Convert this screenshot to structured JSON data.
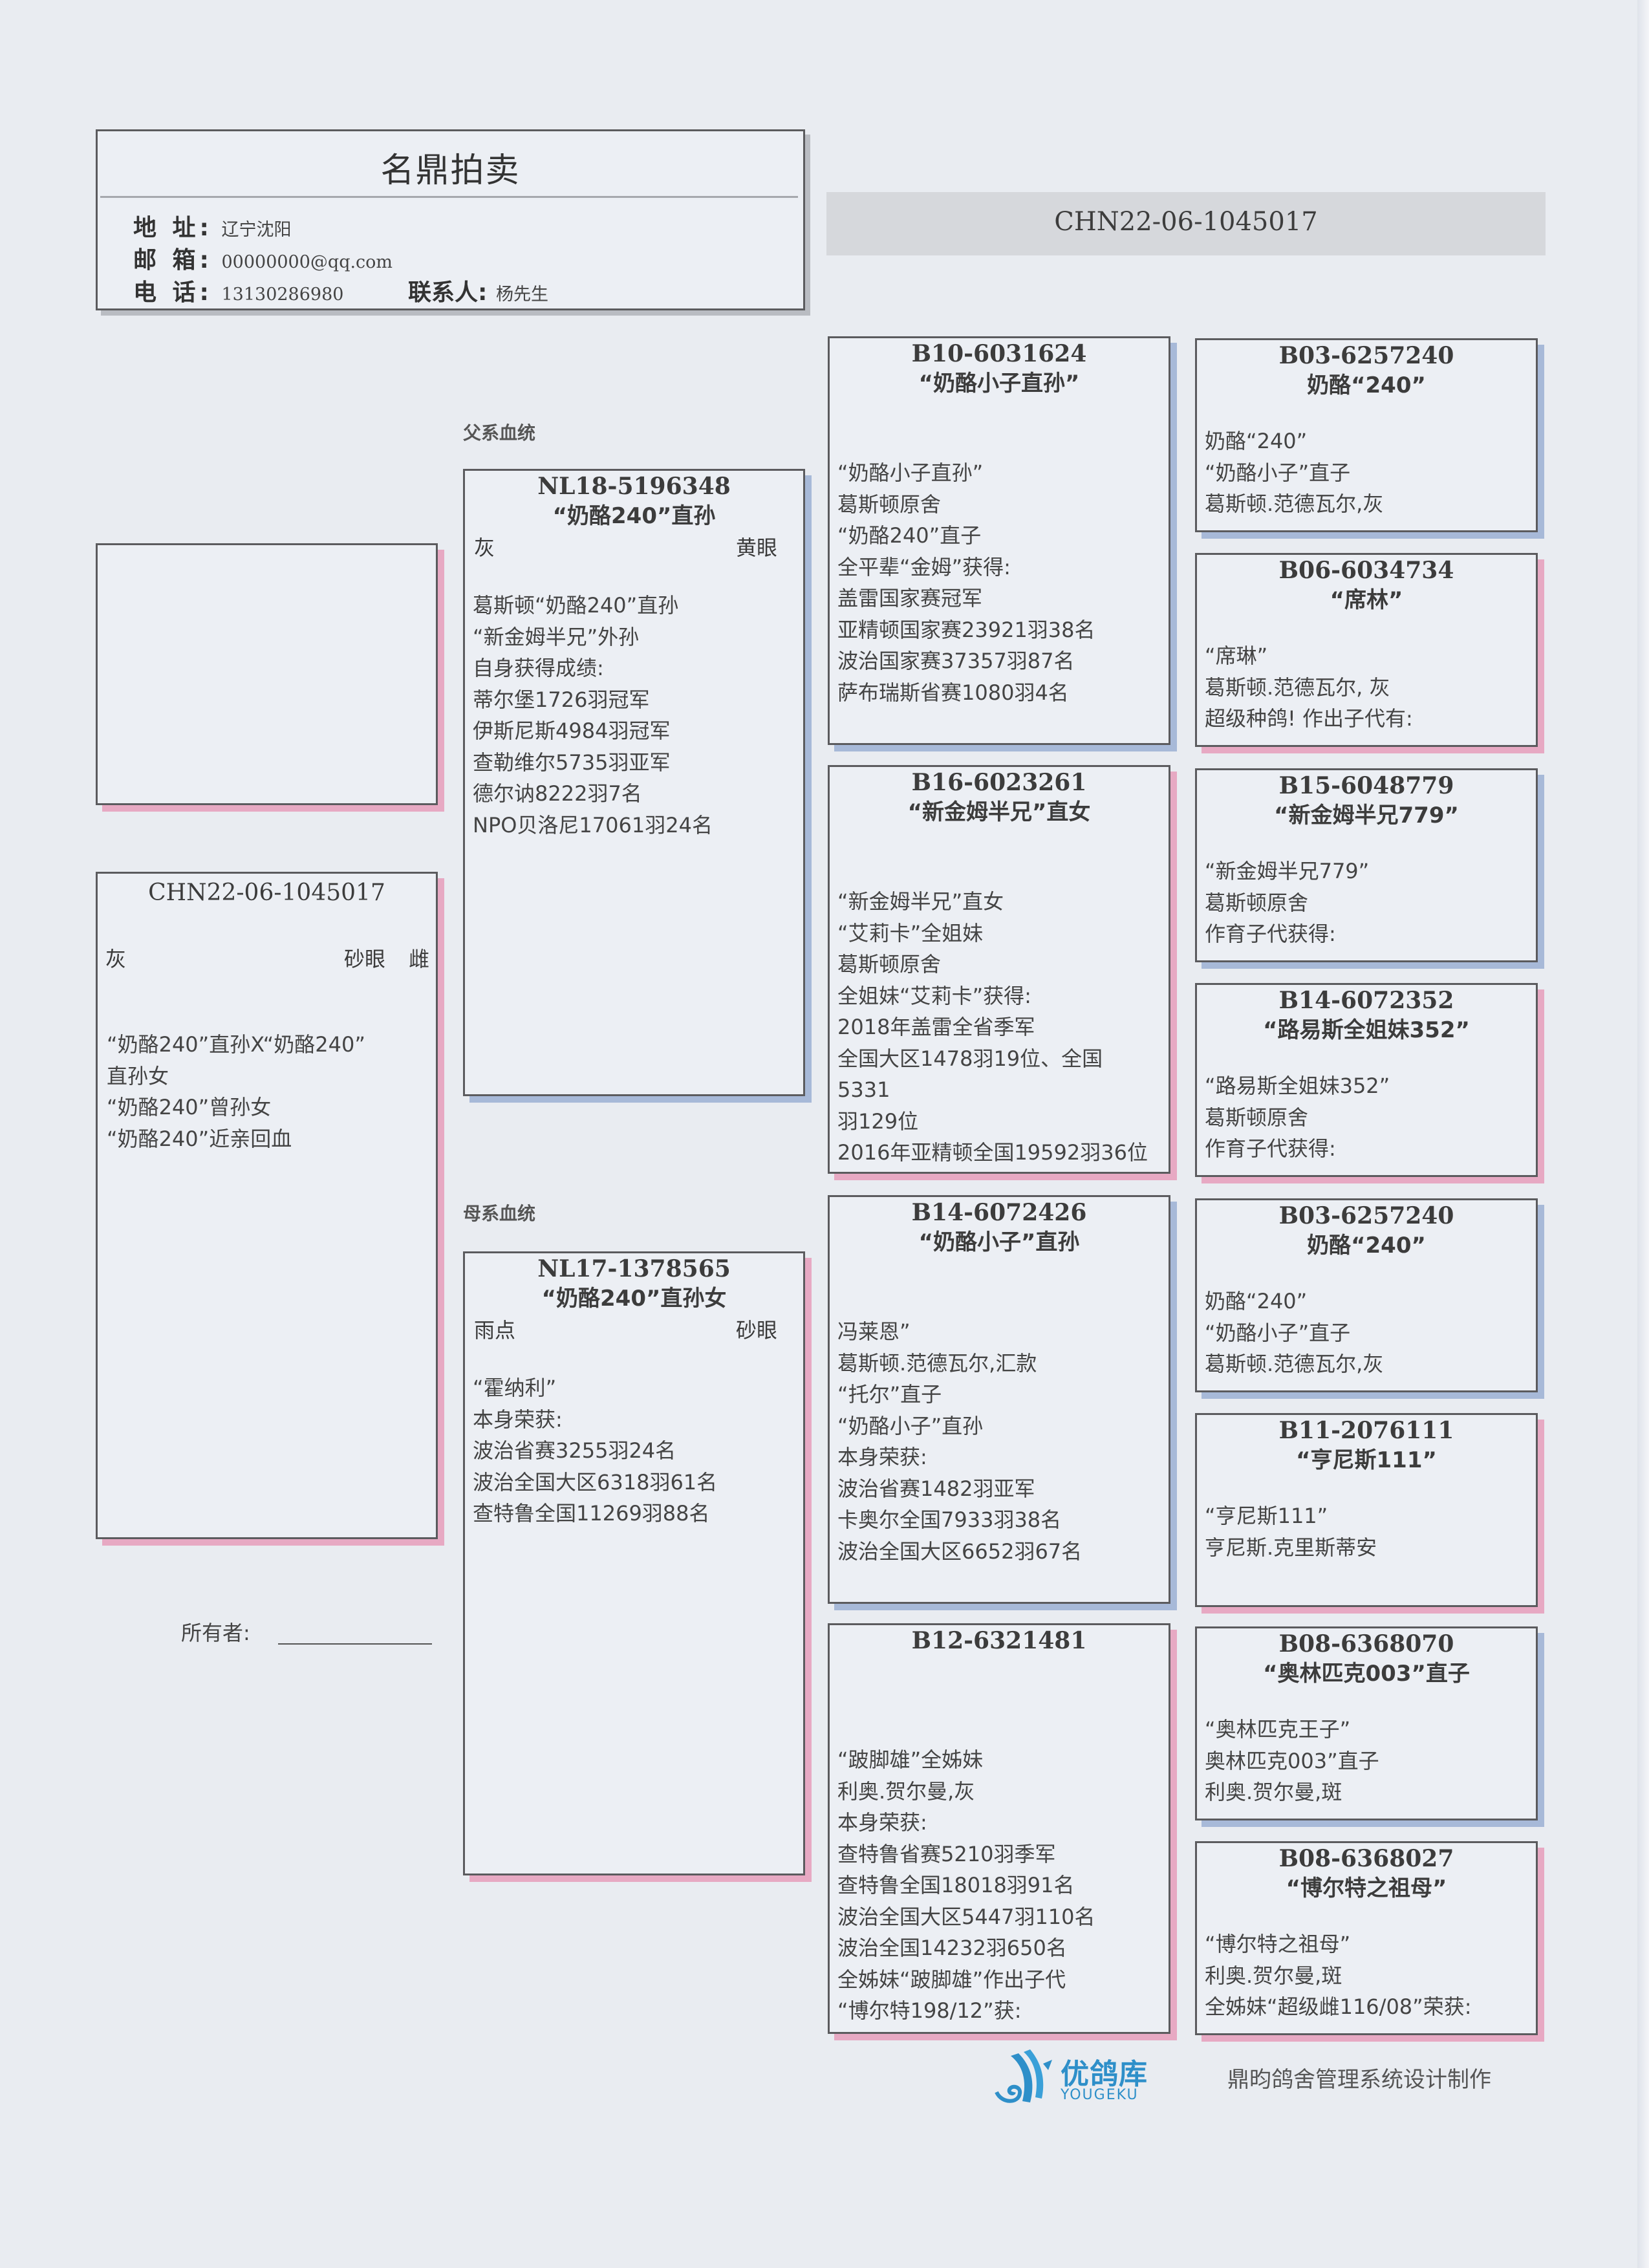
{
  "header": {
    "title": "名鼎拍卖",
    "address_label": "地 址:",
    "address": "辽宁沈阳",
    "email_label": "邮 箱:",
    "email": "00000000@qq.com",
    "phone_label": "电 话:",
    "phone": "13130286980",
    "contact_label": "联系人:",
    "contact": "杨先生"
  },
  "ring_banner": "CHN22-06-1045017",
  "sections": {
    "sire_line": "父系血统",
    "dam_line": "母系血统"
  },
  "subject": {
    "ring": "CHN22-06-1045017",
    "color": "灰",
    "eye": "砂眼",
    "sex": "雌",
    "lines": [
      "“奶酪240”直孙X“奶酪240”",
      "直孙女",
      "“奶酪240”曾孙女",
      "“奶酪240”近亲回血"
    ]
  },
  "sire": {
    "ring": "NL18-5196348",
    "name": "“奶酪240”直孙",
    "color": "灰",
    "eye": "黄眼",
    "lines": [
      "葛斯顿“奶酪240”直孙",
      "“新金姆半兄”外孙",
      "自身获得成绩:",
      "蒂尔堡1726羽冠军",
      "伊斯尼斯4984羽冠军",
      "查勒维尔5735羽亚军",
      "德尔讷8222羽7名",
      "NPO贝洛尼17061羽24名"
    ]
  },
  "dam": {
    "ring": "NL17-1378565",
    "name": "“奶酪240”直孙女",
    "color": "雨点",
    "eye": "砂眼",
    "lines": [
      "“霍纳利”",
      "本身荣获:",
      "波治省赛3255羽24名",
      "波治全国大区6318羽61名",
      "查特鲁全国11269羽88名"
    ]
  },
  "grandparents": [
    {
      "ring": "B10-6031624",
      "name": "“奶酪小子直孙”",
      "lines": [
        "“奶酪小子直孙”",
        "葛斯顿原舍",
        "“奶酪240”直子",
        "全平辈“金姆”获得:",
        "盖雷国家赛冠军",
        "亚精顿国家赛23921羽38名",
        "波治国家赛37357羽87名",
        "萨布瑞斯省赛1080羽4名"
      ]
    },
    {
      "ring": "B16-6023261",
      "name": "“新金姆半兄”直女",
      "lines": [
        "“新金姆半兄”直女",
        "“艾莉卡”全姐妹",
        "葛斯顿原舍",
        "全姐妹“艾莉卡”获得:",
        "2018年盖雷全省季军",
        "全国大区1478羽19位、全国",
        "5331",
        "羽129位",
        "2016年亚精顿全国19592羽36位"
      ]
    },
    {
      "ring": "B14-6072426",
      "name": "“奶酪小子”直孙",
      "lines": [
        "冯莱恩”",
        "葛斯顿.范德瓦尔,汇款",
        "“托尔”直子",
        "“奶酪小子”直孙",
        "本身荣获:",
        "波治省赛1482羽亚军",
        "卡奥尔全国7933羽38名",
        "波治全国大区6652羽67名"
      ]
    },
    {
      "ring": "B12-6321481",
      "name": "",
      "lines": [
        "“跛脚雄”全姊妹",
        "利奥.贺尔曼,灰",
        "本身荣获:",
        "查特鲁省赛5210羽季军",
        "查特鲁全国18018羽91名",
        "波治全国大区5447羽110名",
        "波治全国14232羽650名",
        "全姊妹“跛脚雄”作出子代",
        "“博尔特198/12”获:"
      ]
    }
  ],
  "great_grandparents": [
    {
      "ring": "B03-6257240",
      "name": "奶酪“240”",
      "lines": [
        "奶酪“240”",
        "“奶酪小子”直子",
        "葛斯顿.范德瓦尔,灰"
      ]
    },
    {
      "ring": "B06-6034734",
      "name": "“席林”",
      "lines": [
        "“席琳”",
        "葛斯顿.范德瓦尔, 灰",
        "超级种鸽! 作出子代有:"
      ]
    },
    {
      "ring": "B15-6048779",
      "name": "“新金姆半兄779”",
      "lines": [
        "“新金姆半兄779”",
        "葛斯顿原舍",
        "作育子代获得:"
      ]
    },
    {
      "ring": "B14-6072352",
      "name": "“路易斯全姐妹352”",
      "lines": [
        "“路易斯全姐妹352”",
        "葛斯顿原舍",
        "作育子代获得:"
      ]
    },
    {
      "ring": "B03-6257240",
      "name": "奶酪“240”",
      "lines": [
        "奶酪“240”",
        "“奶酪小子”直子",
        "葛斯顿.范德瓦尔,灰"
      ]
    },
    {
      "ring": "B11-2076111",
      "name": "“亨尼斯111”",
      "lines": [
        "“亨尼斯111”",
        "亨尼斯.克里斯蒂安"
      ]
    },
    {
      "ring": "B08-6368070",
      "name": "“奥林匹克003”直子",
      "lines": [
        "“奥林匹克王子”",
        "奥林匹克003”直子",
        "利奥.贺尔曼,斑"
      ]
    },
    {
      "ring": "B08-6368027",
      "name": "“博尔特之祖母”",
      "lines": [
        "“博尔特之祖母”",
        "利奥.贺尔曼,斑",
        "全姊妹“超级雌116/08”荣获:"
      ]
    }
  ],
  "owner": {
    "label": "所有者:"
  },
  "footer": {
    "logo_cn": "优鸽库",
    "logo_en": "YOUGEKU",
    "credit": "鼎昀鸽舍管理系统设计制作"
  },
  "colors": {
    "pink_shadow": "#e7a9c3",
    "blue_shadow": "#a7b9d8",
    "logo_blue": "#2e8fc9"
  }
}
